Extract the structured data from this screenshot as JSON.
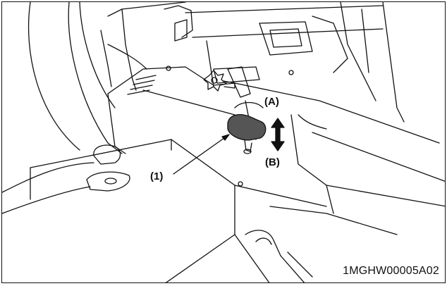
{
  "figure": {
    "labels": {
      "a": "(A)",
      "b": "(B)",
      "one": "(1)"
    },
    "code": "1MGHW00005A02"
  },
  "colors": {
    "line": "#111111",
    "knob": "#555555",
    "background": "#ffffff"
  }
}
